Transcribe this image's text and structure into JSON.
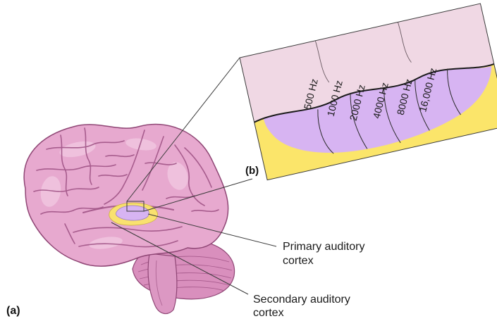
{
  "panels": {
    "a_label": "(a)",
    "b_label": "(b)"
  },
  "labels": {
    "primary_line1": "Primary auditory",
    "primary_line2": "cortex",
    "secondary_line1": "Secondary auditory",
    "secondary_line2": "cortex"
  },
  "frequencies": [
    "500 Hz",
    "1000 Hz",
    "2000 Hz",
    "4000 Hz",
    "8000 Hz",
    "16,000 Hz"
  ],
  "colors": {
    "brain_base": "#e7a9cf",
    "brain_dark": "#9c4f82",
    "brain_light": "#f6d6ea",
    "primary_auditory": "#d7b4f2",
    "secondary_auditory": "#fbe56a",
    "inset_top": "#f0d8e4",
    "leader_line": "#3a3a3a"
  }
}
